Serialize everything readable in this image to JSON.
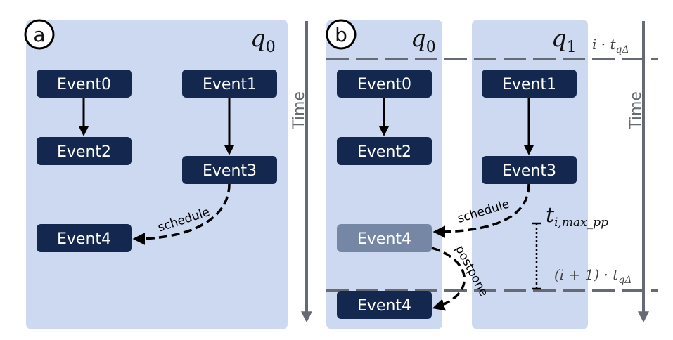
{
  "panel_a": {
    "badge": "a",
    "queue_label": "q",
    "queue_sub": "0",
    "events": {
      "e0": "Event0",
      "e1": "Event1",
      "e2": "Event2",
      "e3": "Event3",
      "e4": "Event4"
    },
    "schedule_label": "schedule",
    "time_label": "Time"
  },
  "panel_b": {
    "badge": "b",
    "q0_label": "q",
    "q0_sub": "0",
    "q1_label": "q",
    "q1_sub": "1",
    "events": {
      "e0": "Event0",
      "e1": "Event1",
      "e2": "Event2",
      "e3": "Event3",
      "e4_postponed": "Event4",
      "e4": "Event4"
    },
    "schedule_label": "schedule",
    "postpone_label": "postpone",
    "time_label": "Time",
    "boundary_top": "i · t",
    "boundary_top_sub": "qΔ",
    "boundary_bottom": "(i + 1) · t",
    "boundary_bottom_sub": "qΔ",
    "tmax_main": "t",
    "tmax_sub": "i,max_pp"
  },
  "colors": {
    "panel_bg": "#cdd9f1",
    "event_box": "#14284f",
    "event_box_faded": "#7686a5",
    "axis_gray": "#666a75"
  }
}
